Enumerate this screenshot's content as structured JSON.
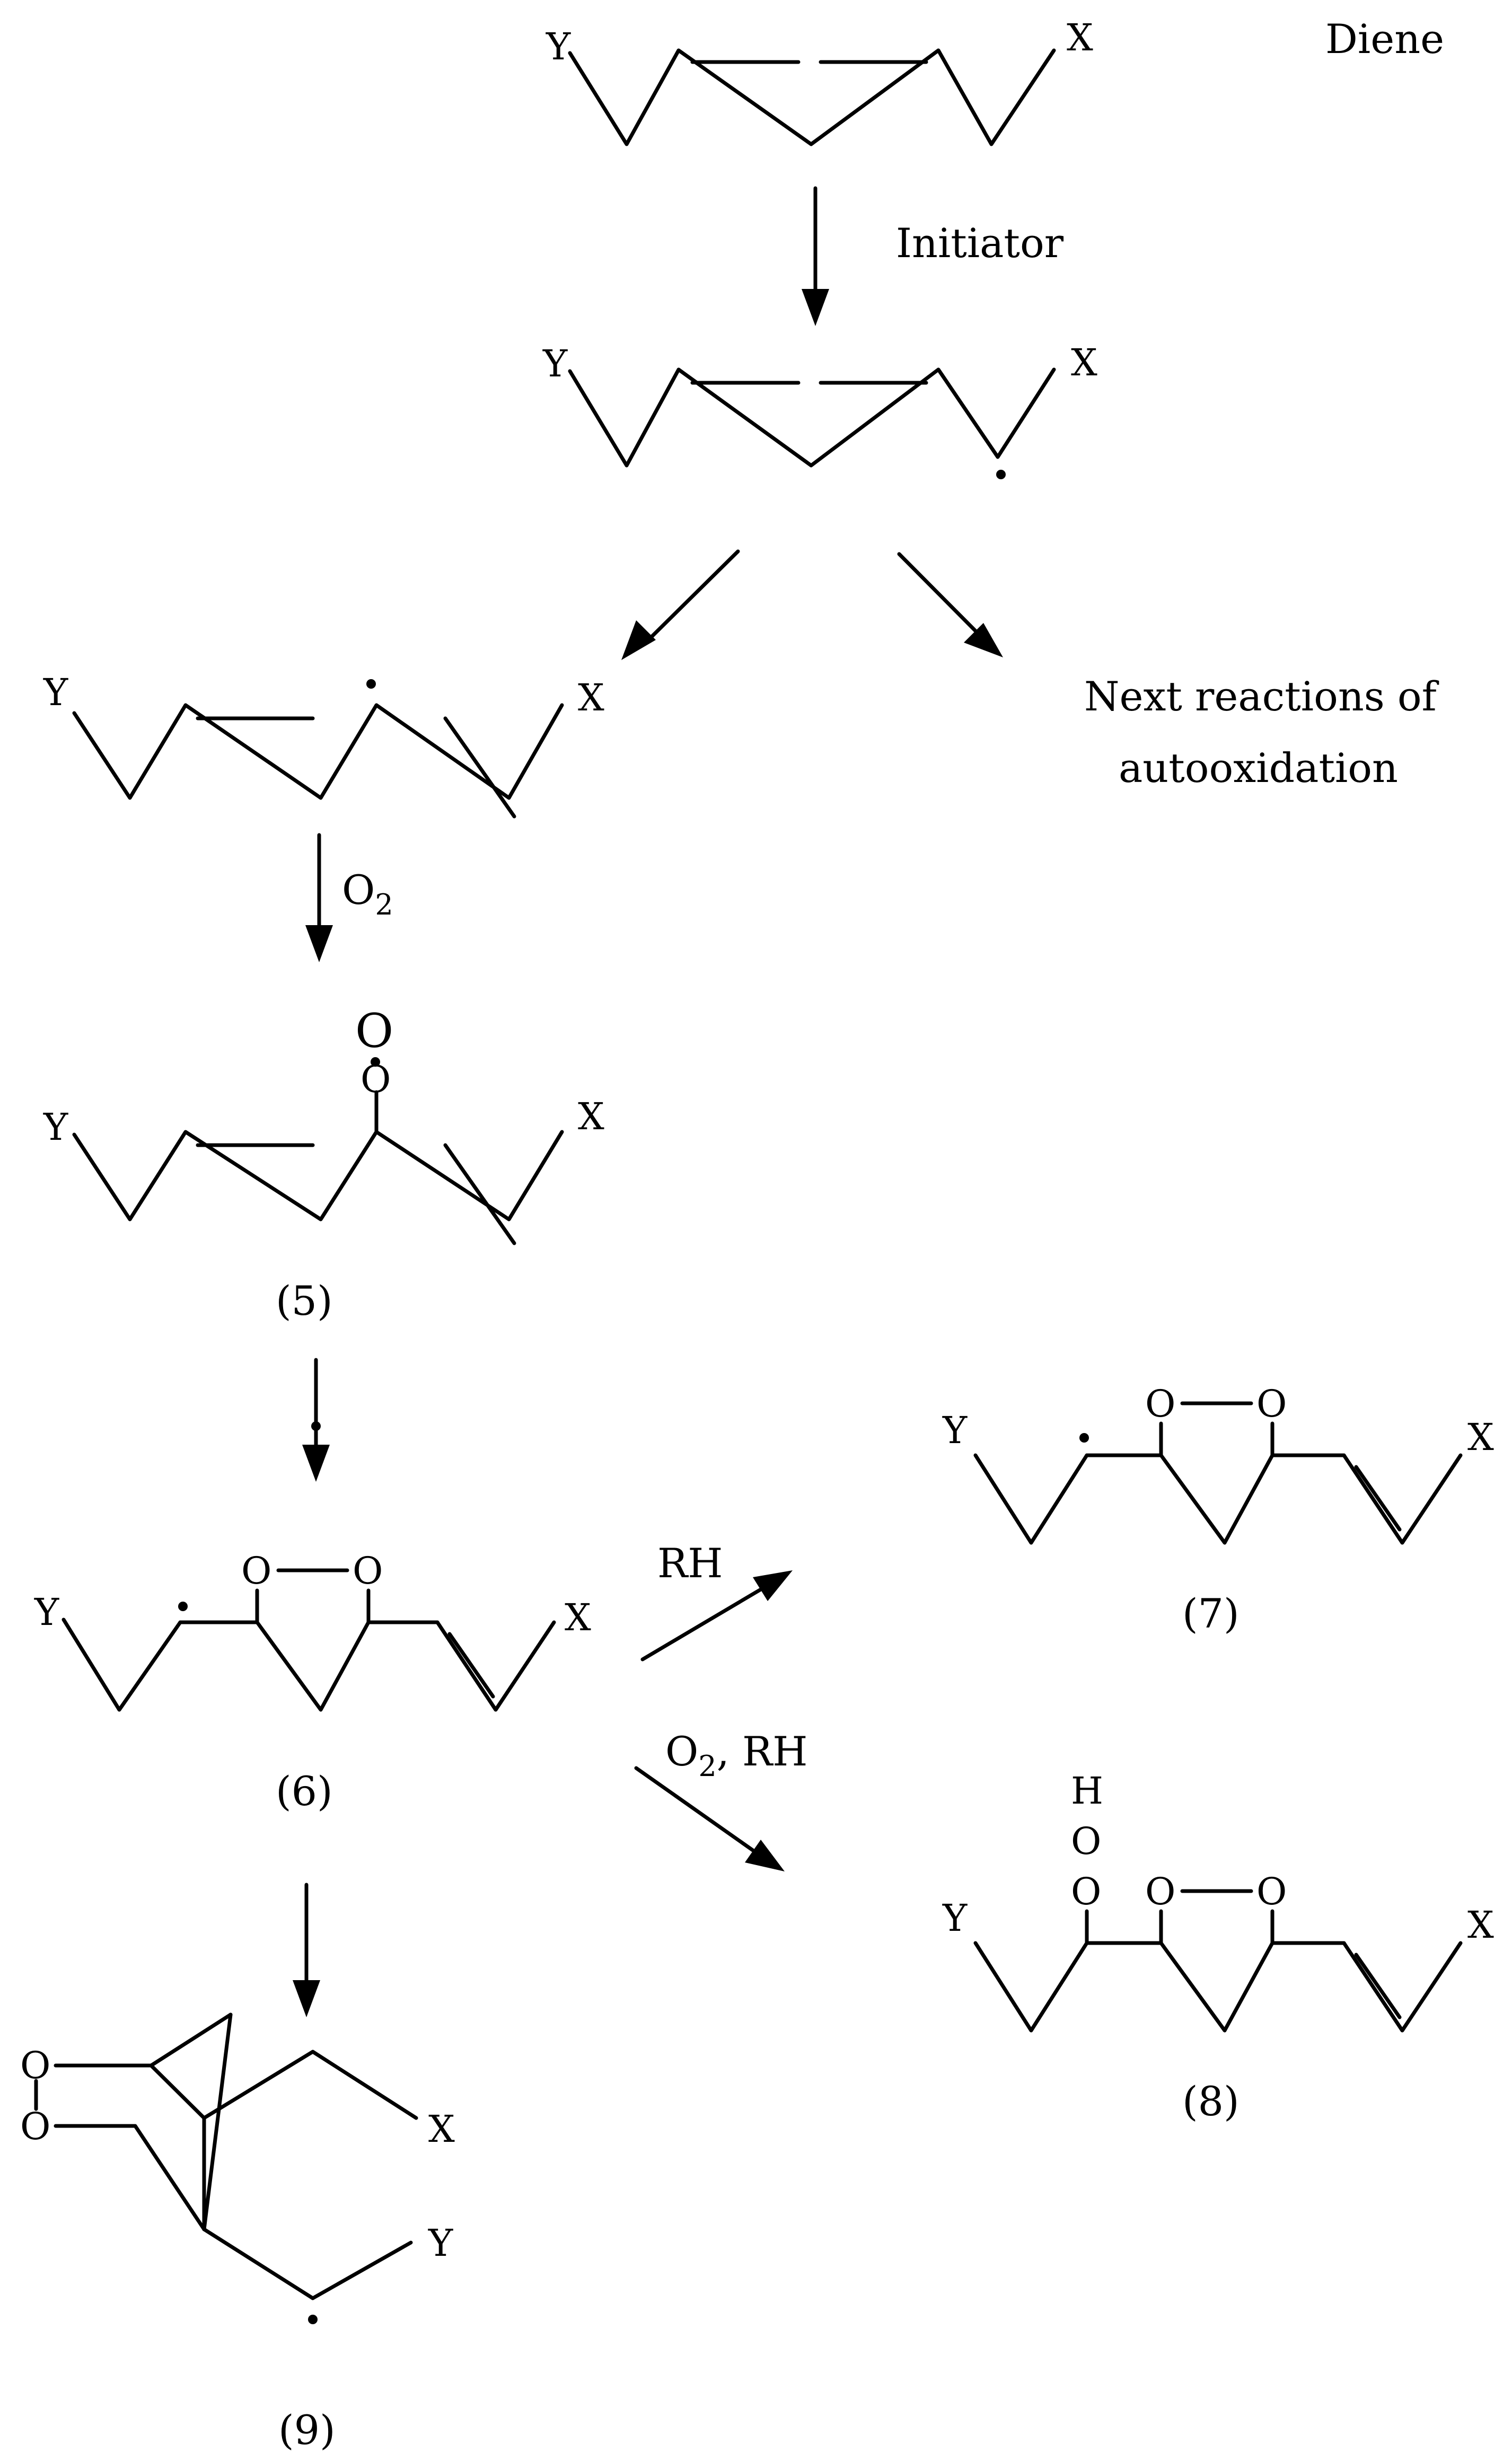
{
  "labels": {
    "diene": "Diene",
    "initiator": "Initiator",
    "next_reactions_line1": "Next reactions of",
    "next_reactions_line2": "autooxidation",
    "o2_step_o": "O",
    "o2_step_sub": "2",
    "rh": "RH",
    "o2rh_o": "O",
    "o2rh_sub": "2",
    "o2rh_rest": ", RH"
  },
  "compounds": {
    "c5": "(5)",
    "c6": "(6)",
    "c7": "(7)",
    "c8": "(8)",
    "c9": "(9)"
  },
  "atoms": {
    "X": "X",
    "Y": "Y",
    "O": "O",
    "H": "H"
  }
}
